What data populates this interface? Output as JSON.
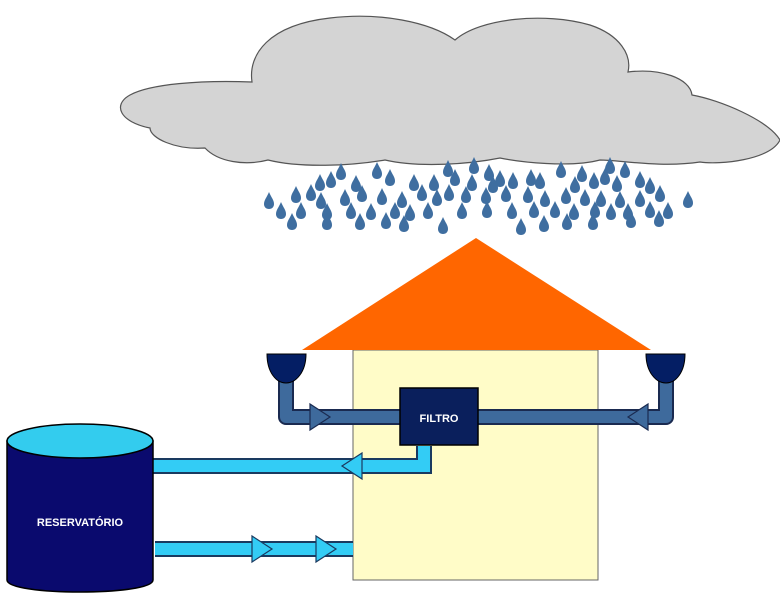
{
  "labels": {
    "filter": "FILTRO",
    "reservoir": "RESERVATÓRIO"
  },
  "colors": {
    "cloud_fill": "#d4d4d4",
    "drop": "#3f6ea0",
    "roof": "#ff6600",
    "house_wall": "#fffcc8",
    "gutter": "#041e64",
    "pipe_dark": "#3e6a9c",
    "pipe_light": "#33ccf5",
    "filter_box": "#0a1f5c",
    "tank_body": "#0a0a6e",
    "tank_top": "#33ccee"
  },
  "icons": {
    "cloud": "cloud-shape",
    "rain": "water-drop-icon",
    "flow_arrow": "flow-direction-arrow"
  }
}
